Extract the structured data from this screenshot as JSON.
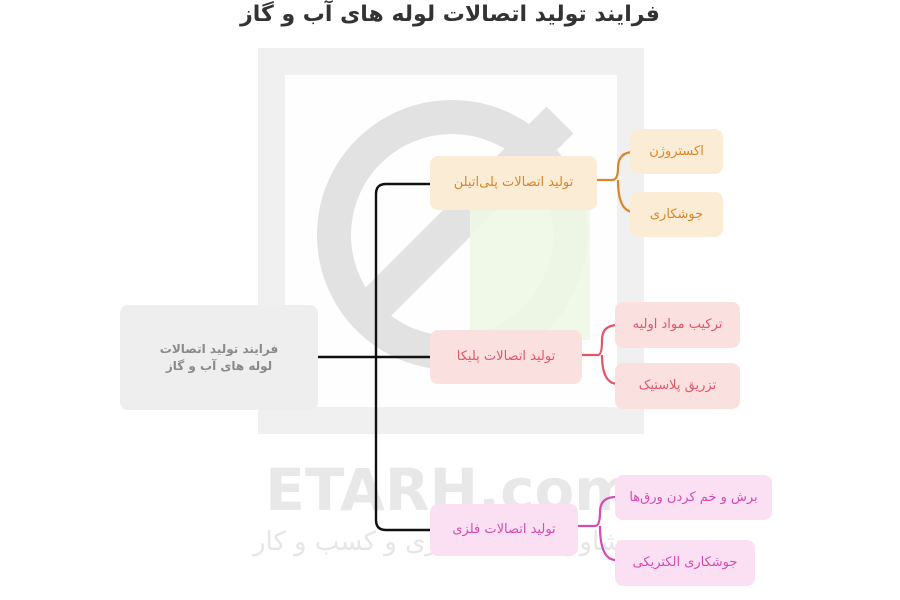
{
  "title": "فرایند تولید اتصالات لوله های آب و گاز",
  "root": {
    "label": "فرایند تولید اتصالات لوله های آب و گاز"
  },
  "branches": [
    {
      "label": "تولید اتصالات پلی‌اتیلن",
      "color": "#d9862a",
      "children": [
        "اکستروژن",
        "جوشکاری"
      ]
    },
    {
      "label": "تولید اتصالات پلیکا",
      "color": "#e2566a",
      "children": [
        "ترکیب مواد اولیه",
        "تزریق پلاستیک"
      ]
    },
    {
      "label": "تولید اتصالات فلزی",
      "color": "#d64bb0",
      "children": [
        "برش و خم کردن ورق‌ها",
        "جوشکاری الکتریکی"
      ]
    }
  ],
  "watermark": {
    "brand": "ETARH.com",
    "tagline": "مشاور سرمایه گذاری و کسب و کار"
  }
}
